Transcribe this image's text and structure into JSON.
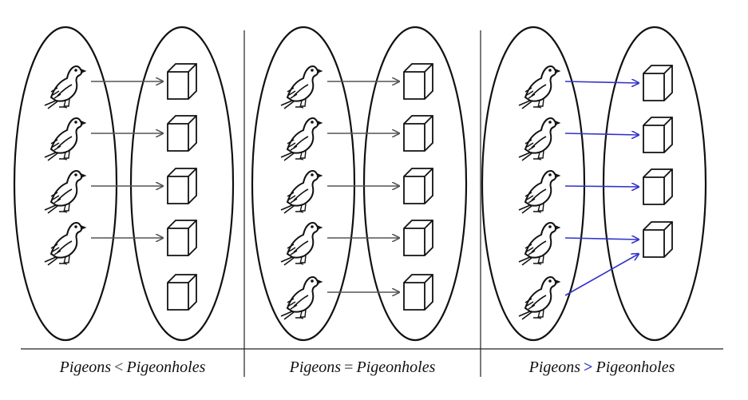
{
  "panels": [
    {
      "id": "fewer-pigeons",
      "pigeon_count": 4,
      "hole_count": 5,
      "arrow_targets": [
        1,
        2,
        3,
        4
      ],
      "arrow_color": "#555555",
      "caption": {
        "left": "Pigeons",
        "op": "<",
        "right": "Pigeonholes",
        "op_color": "#666666"
      }
    },
    {
      "id": "equal",
      "pigeon_count": 5,
      "hole_count": 5,
      "arrow_targets": [
        1,
        2,
        3,
        4,
        5
      ],
      "arrow_color": "#555555",
      "caption": {
        "left": "Pigeons",
        "op": "=",
        "right": "Pigeonholes",
        "op_color": "#666666"
      }
    },
    {
      "id": "more-pigeons",
      "pigeon_count": 5,
      "hole_count": 4,
      "arrow_targets": [
        1,
        2,
        3,
        4,
        4
      ],
      "arrow_color": "#3333cc",
      "caption": {
        "left": "Pigeons",
        "op": ">",
        "right": "Pigeonholes",
        "op_color": "#3333cc"
      }
    }
  ],
  "colors": {
    "line": "#111111",
    "divider": "#222222"
  },
  "icons": {
    "pigeon": "pigeon-icon",
    "hole": "cube-icon"
  }
}
